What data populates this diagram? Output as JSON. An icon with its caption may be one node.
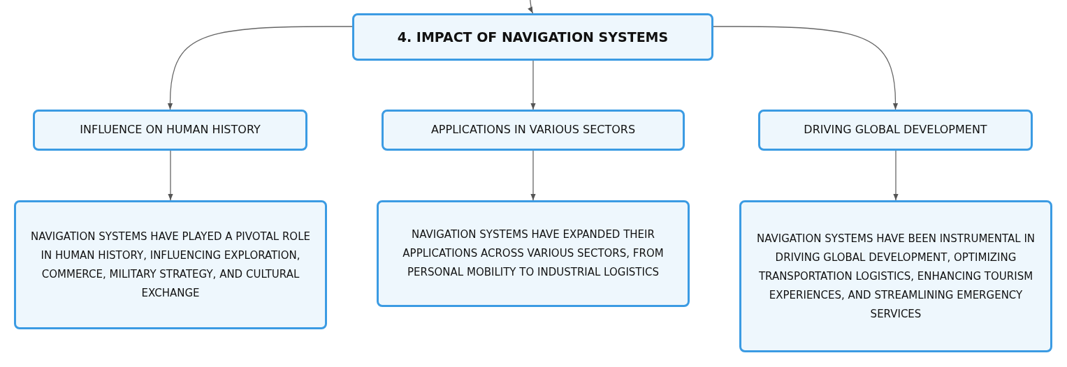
{
  "diagram": {
    "nodes": [
      {
        "text": [
          "4. IMPACT OF NAVIGATION SYSTEMS"
        ]
      },
      {
        "text": [
          "INFLUENCE ON HUMAN HISTORY"
        ]
      },
      {
        "text": [
          "APPLICATIONS IN VARIOUS SECTORS"
        ]
      },
      {
        "text": [
          "DRIVING GLOBAL DEVELOPMENT"
        ]
      },
      {
        "text": [
          "NAVIGATION SYSTEMS HAVE PLAYED A PIVOTAL ROLE IN HUMAN HISTORY, INFLUENCING EXPLORATION, COMMERCE, MILITARY STRATEGY, AND CULTURAL EXCHANGE"
        ]
      },
      {
        "text": [
          "NAVIGATION SYSTEMS HAVE EXPANDED THEIR APPLICATIONS ACROSS VARIOUS SECTORS, FROM PERSONAL MOBILITY TO INDUSTRIAL LOGISTICS"
        ]
      },
      {
        "text": [
          "NAVIGATION SYSTEMS HAVE BEEN INSTRUMENTAL IN DRIVING GLOBAL DEVELOPMENT, OPTIMIZING TRANSPORTATION LOGISTICS, ENHANCING TOURISM EXPERIENCES, AND STREAMLINING EMERGENCY SERVICES"
        ]
      }
    ],
    "edges": [
      {
        "from": null,
        "to": 0,
        "arrow": "to"
      },
      {
        "from": 0,
        "to": 1,
        "arrow": "to"
      },
      {
        "from": 0,
        "to": 2,
        "arrow": "to"
      },
      {
        "from": 0,
        "to": 3,
        "arrow": "to"
      },
      {
        "from": 1,
        "to": 4,
        "arrow": "to"
      },
      {
        "from": 2,
        "to": 5,
        "arrow": "to"
      },
      {
        "from": 3,
        "to": 6,
        "arrow": "to"
      }
    ]
  }
}
